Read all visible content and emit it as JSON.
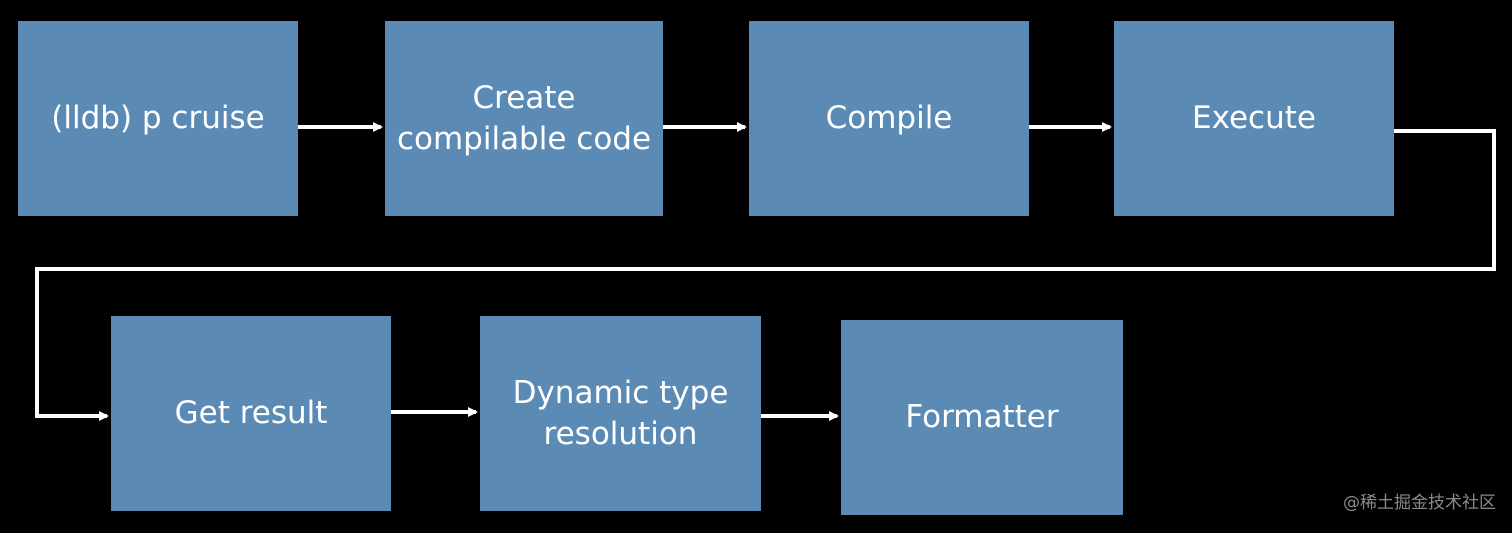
{
  "steps": [
    {
      "label": "(lldb) p cruise"
    },
    {
      "label": "Create\ncompilable code"
    },
    {
      "label": "Compile"
    },
    {
      "label": "Execute"
    },
    {
      "label": "Get result"
    },
    {
      "label": "Dynamic type\nresolution"
    },
    {
      "label": "Formatter"
    }
  ],
  "colors": {
    "background": "#000000",
    "box_fill": "#5b8ab5",
    "box_text": "#ffffff",
    "connector": "#ffffff"
  },
  "watermark": "@稀土掘金技术社区"
}
